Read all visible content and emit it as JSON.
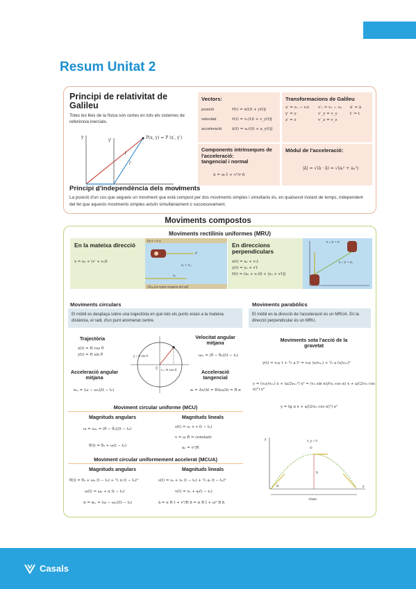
{
  "page": {
    "title": "Resum Unitat 2"
  },
  "relativity": {
    "title": "Principi  de relativitat de Galileu",
    "desc": "Totes les lleis de la física són certes en tots els sistemes de referència inercials.",
    "point_label": "P(x, y) = P (x′, y′)",
    "axis_y": "y",
    "axis_y2": "y′",
    "axis_x": "x, x′",
    "vec_r": "r̄",
    "vec_r2": "r̄′",
    "vec_v0": "v̄₀"
  },
  "vectors": {
    "title": "Vectors:",
    "rows": [
      {
        "label": "posició",
        "formula": "r̄(t) = x(t)ī + y(t)j̄"
      },
      {
        "label": "velocitat",
        "formula": "v̄(t) = vₓ(t)ī + v_y(t)j̄"
      },
      {
        "label": "acceleració",
        "formula": "ā(t) = aₓ(t)ī + a_y(t)j̄"
      }
    ]
  },
  "galileo": {
    "title": "Transformacions de Galileu",
    "col1": [
      "x′ = vₓ − v₀t",
      "y′ = y",
      "z′ = z"
    ],
    "col2": [
      "v′ₓ = vₓ − v₀",
      "v′_y = v_y",
      "v′_z = v_z"
    ],
    "col3": [
      "ā′ = ā",
      "t′ = t"
    ]
  },
  "components": {
    "title": "Components intrínseques de l'acceleració:",
    "subtitle": "tangencial i normal",
    "formula": "ā = aₜ ṫ + v²/r n̄"
  },
  "modul": {
    "title": "Mòdul de l'acceleració:",
    "formula": "|ā| = √(ā · ā) = √(aₜ² + aₙ²)"
  },
  "independence": {
    "title": "Principi d'independència dels moviments",
    "desc": "La posició d'un cos que segueix un moviment que està compost per dos moviments simples i simultanis és, en qualsevol instant de temps, independent del fet que aquests moviments simples actuïn simultàniament o successivament."
  },
  "compostos": {
    "title": "Moviments compostos",
    "mru_title": "Moviments rectilinis uniformes (MRU)",
    "same_dir": {
      "title": "En la mateixa direcció",
      "formula": "x = x₀ + (v′ + v₀)t"
    },
    "img1": {
      "top": "En t = 0 s",
      "bottom": "SRₐₓ (en repòs respecte del sol)",
      "v": "v′",
      "x": "x₀ + x′₀",
      "v0": "v₀"
    },
    "perp_dir": {
      "title": "En direccions perpendiculars",
      "lines": [
        "x(t) = x₀ + vₓt",
        "y(t) = y₀ + v′t",
        "r̄(t) = (x₀ + vₓt)ī + (y₀ + v′t)j̄"
      ]
    },
    "img2": {
      "top": "v̄ = v̄′ + v̄′",
      "mid": "v̄ = v̄′ + v̄ₓ"
    },
    "circ_head": "Moviments circulars",
    "circ_desc": "El mòbil es desplaça sobre una trajectòria en què tots els punts estan a la mateixa distància, el radi, d'un punt anomenat centre.",
    "par_head": "Moviments parabòlics",
    "par_desc": "El mòbil en la direcció de l'acceleració és un MRUA. En la direcció perpendicular és un MRU.",
    "traj": {
      "title": "Trajectòria",
      "lines": [
        "x(t) = R cos θ",
        "y(t) = R sin θ"
      ]
    },
    "acc_ang": {
      "title": "Acceleració angular mitjana",
      "formula": "αₘ = (ω − ω₀)/(t − t₀)"
    },
    "vel_ang": {
      "title": "Velocitat angular mitjana",
      "formula": "ωₘ = (θ − θ₀)/(t − t₀)"
    },
    "acc_tan": {
      "title": "Acceleració tangencial",
      "formula": "aₜ = Δv/Δt = RΔω/Δt = R α"
    },
    "circle": {
      "y": "y = R sin θ",
      "x": "x = R cos θ",
      "c": "C"
    },
    "grav": {
      "title": "Moviments sota l'acció de la gravetat",
      "f1": "y(t) = v₀y t + ½ a t² = v₀y (x/v₀ₓ) + ½ a (x/v₀ₓ)²",
      "f2": "y = (v₀y/v₀ₓ) x + (a/2v₀ₓ²) x² = (v₀ sin α)/(v₀ cos α) x + a/(2(v₀ cos α)²) x²",
      "f3": "y = tg α x + a/(2(v₀ cos α)²) x²"
    },
    "mcu": {
      "title": "Moviment circular uniforme (MCU)",
      "ang_title": "Magnituds angulars",
      "lin_title": "Magnituds lineals",
      "ang": [
        "ω = ωₘ = (θ − θ₀)/(t − t₀)",
        "θ(t) = θ₀ + ω(t − t₀)"
      ],
      "lin": [
        "s(t) = s₀ + v (t − t₀)",
        "v = ω R = constant",
        "aₙ = v²/R"
      ]
    },
    "mcua": {
      "title": "Moviment circular uniformement accelerat  (MCUA)",
      "ang_title": "Magnituds angulars",
      "lin_title": "Magnituds lineals",
      "ang": [
        "θ(t) = θ₀ + ω₀ (t − t₀) + ½ α (t − t₀)²",
        "ω(t) = ω₀ + α (t − t₀)",
        "α = αₘ = (ω − ω₀)/(t − t₀)"
      ],
      "lin": [
        "s(t) = s₀ + v₀ (t − t₀) + ½ aₜ (t − t₀)²",
        "v(t) = v₀ + aₜ(t − t₀)",
        "ā = α R ṫ + v²/R n̄ = α R ṫ + ω² R n̄"
      ]
    },
    "para": {
      "vy0": "v_y = 0",
      "O": "O",
      "h": "h",
      "abast": "Abast",
      "x": "x",
      "y": "y",
      "alpha": "α"
    }
  },
  "footer": {
    "brand": "Casals"
  },
  "colors": {
    "accent": "#29a3de",
    "title_blue": "#1b8fd0",
    "top_border": "#e8b39a",
    "mc_border": "#b9d37c"
  }
}
